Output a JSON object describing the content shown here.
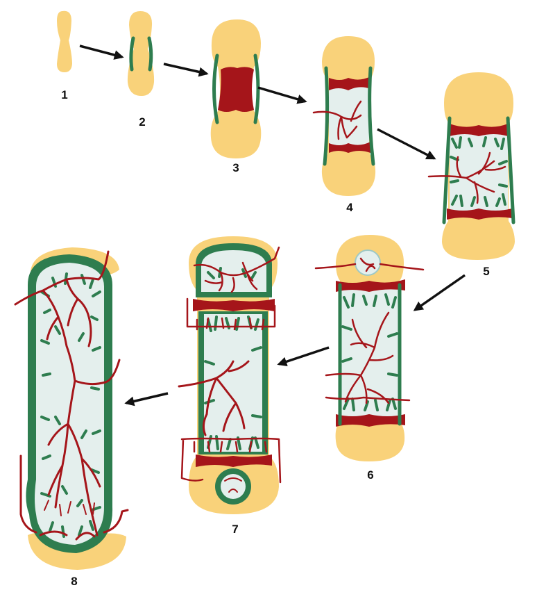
{
  "diagram": {
    "stages": [
      {
        "label": "1"
      },
      {
        "label": "2"
      },
      {
        "label": "3"
      },
      {
        "label": "4"
      },
      {
        "label": "5"
      },
      {
        "label": "6"
      },
      {
        "label": "7"
      },
      {
        "label": "8"
      }
    ],
    "colors": {
      "cartilage": "#f9d27a",
      "periosteum_bone": "#2e7d4f",
      "blood_vessel": "#a5151a",
      "marrow": "#e4efed"
    }
  }
}
